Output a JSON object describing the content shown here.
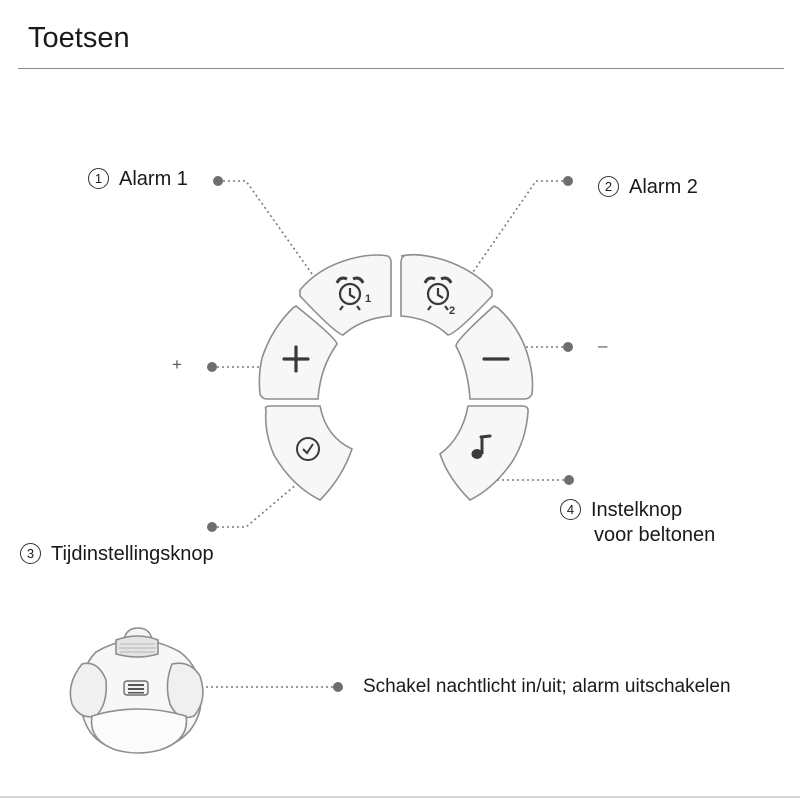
{
  "header": {
    "title": "Toetsen"
  },
  "callouts": {
    "alarm1": {
      "number": "1",
      "label": "Alarm 1"
    },
    "alarm2": {
      "number": "2",
      "label": "Alarm 2"
    },
    "time_set": {
      "number": "3",
      "label": "Tijdinstellingsknop"
    },
    "ringtone": {
      "number": "4",
      "label_line1": "Instelknop",
      "label_line2": "voor beltonen"
    },
    "plus_sign": "+",
    "minus_sign": "–",
    "switch_label": "Schakel nachtlicht in/uit; alarm uitschakelen"
  },
  "buttons": {
    "alarm1_digit": "1",
    "alarm2_digit": "2"
  },
  "colors": {
    "button_fill": "#f7f7f7",
    "button_stroke": "#8e8e8e",
    "icon": "#3a3a3a",
    "leader": "#7a7a7a",
    "dot": "#6e6e6e"
  },
  "icons": [
    "alarm-clock-1-icon",
    "alarm-clock-2-icon",
    "plus-icon",
    "minus-icon",
    "clock-icon",
    "music-note-icon"
  ]
}
